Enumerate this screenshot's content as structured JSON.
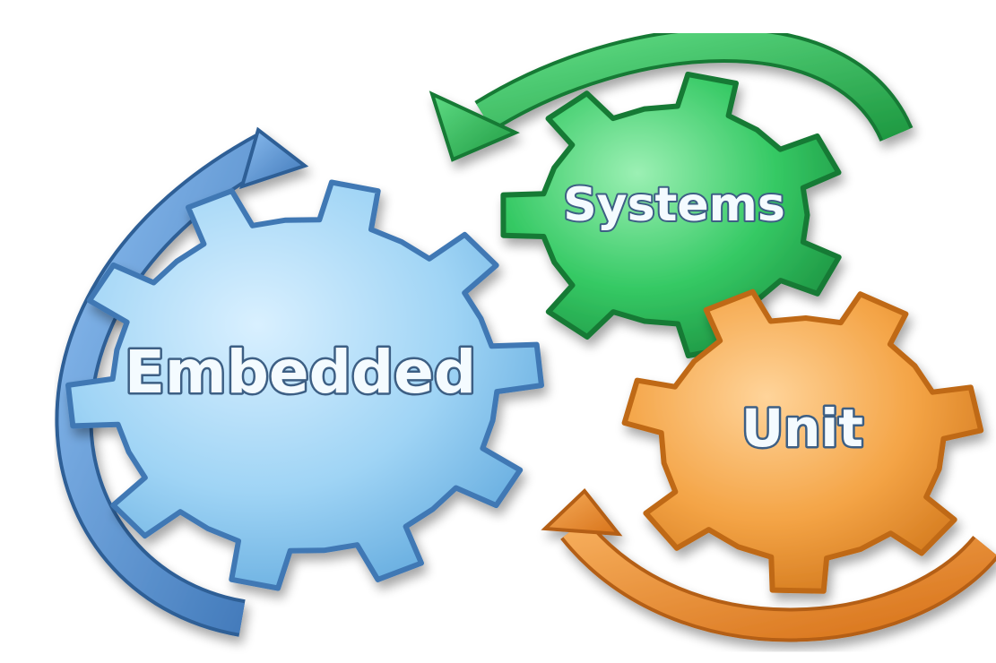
{
  "gears": [
    {
      "id": "embedded",
      "label": "Embedded",
      "color": "#8ec9ef"
    },
    {
      "id": "systems",
      "label": "Systems",
      "color": "#2fbf5a"
    },
    {
      "id": "unit",
      "label": "Unit",
      "color": "#f2a342"
    }
  ],
  "arrows": [
    {
      "id": "blue",
      "color": "#4f86c6"
    },
    {
      "id": "green",
      "color": "#2ca84e"
    },
    {
      "id": "orange",
      "color": "#e37f1c"
    }
  ],
  "colors": {
    "background": "#ffffff",
    "label_text": "#f4fbff",
    "label_outline": "#3c5f84"
  }
}
